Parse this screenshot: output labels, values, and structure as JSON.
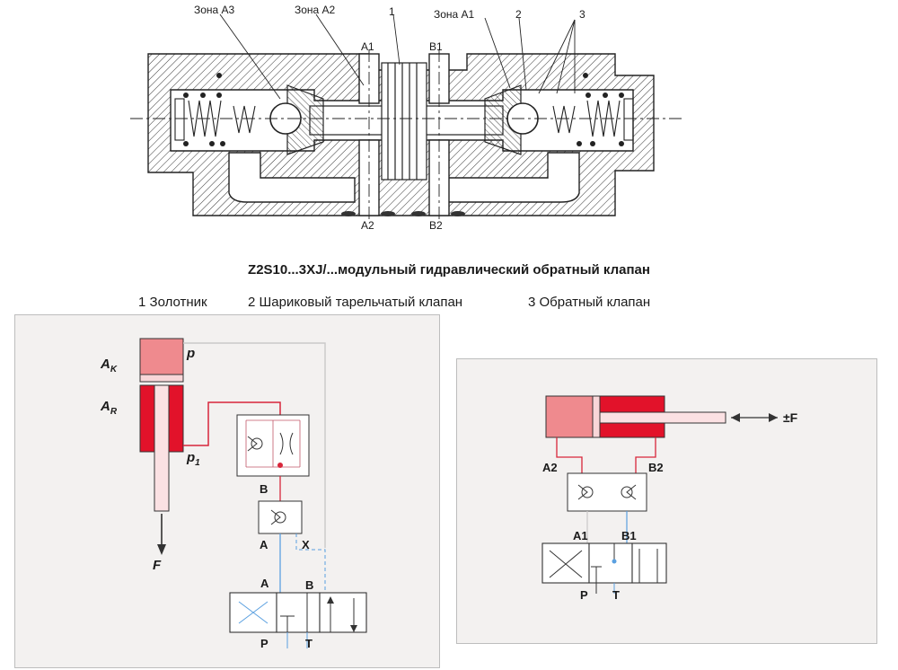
{
  "top_diagram": {
    "zone_a3": "Зона А3",
    "zone_a2": "Зона А2",
    "zone_a1": "Зона  А1",
    "callout_1": "1",
    "callout_2": "2",
    "callout_3": "3",
    "port_a1": "A1",
    "port_b1": "B1",
    "port_a2": "A2",
    "port_b2": "B2"
  },
  "title": "Z2S10...3XJ/...модульный гидравлический обратный клапан",
  "legend": {
    "item1": "1 Золотник",
    "item2": "2 Шариковый тарельчатый клапан",
    "item3": "3 Обратный клапан"
  },
  "left_panel": {
    "a_k": "A",
    "a_k_sub": "K",
    "a_r": "A",
    "a_r_sub": "R",
    "p": "p",
    "p1": "p",
    "p1_sub": "1",
    "f": "F",
    "b": "B",
    "a": "A",
    "x": "X",
    "a_valve": "A",
    "b_valve": "B",
    "p_port": "P",
    "t_port": "T"
  },
  "right_panel": {
    "force": "±F",
    "a2": "A2",
    "b2": "B2",
    "a1": "A1",
    "b1": "B1",
    "p_port": "P",
    "t_port": "T"
  },
  "colors": {
    "cylinder_red": "#e2122a",
    "cylinder_pink": "#ef8a8e",
    "line_red": "#d8263a",
    "line_blue": "#5aa0e0",
    "panel_bg": "#f3f1f0"
  }
}
